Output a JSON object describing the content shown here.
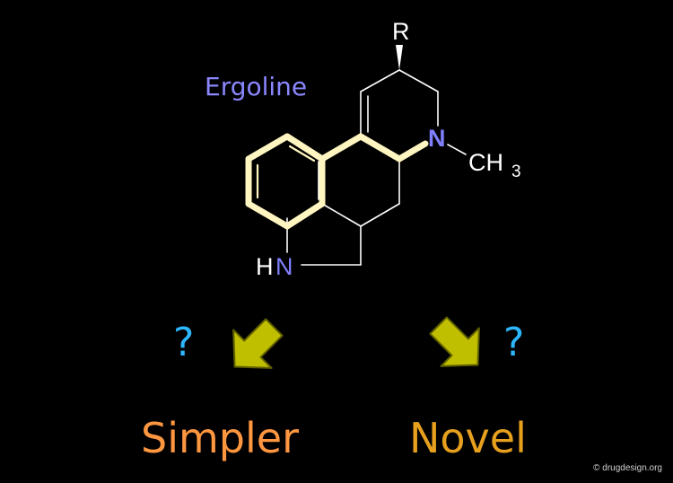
{
  "molecule": {
    "name": "Ergoline",
    "substituent_label": "R",
    "nitrogen_label": "N",
    "methyl_label": "CH",
    "methyl_subscript": "3",
    "amine_h_label": "H",
    "amine_n_label": "N"
  },
  "choices": {
    "left_label": "Simpler",
    "right_label": "Novel",
    "question_mark": "?"
  },
  "footer": {
    "credit": "© drugdesign.org"
  },
  "colors": {
    "background": "#000000",
    "bond": "#ffffff",
    "highlight_bond": "#fff5c0",
    "nitrogen": "#8080ff",
    "ergoline_label": "#8b87ff",
    "question_mark": "#2eb7ff",
    "arrow_fill": "#bfbf00",
    "arrow_stroke": "#606000",
    "simpler_label": "#ff9640",
    "novel_label": "#e6a01e"
  },
  "icons": [
    "arrow-down-left-icon",
    "arrow-down-right-icon"
  ]
}
